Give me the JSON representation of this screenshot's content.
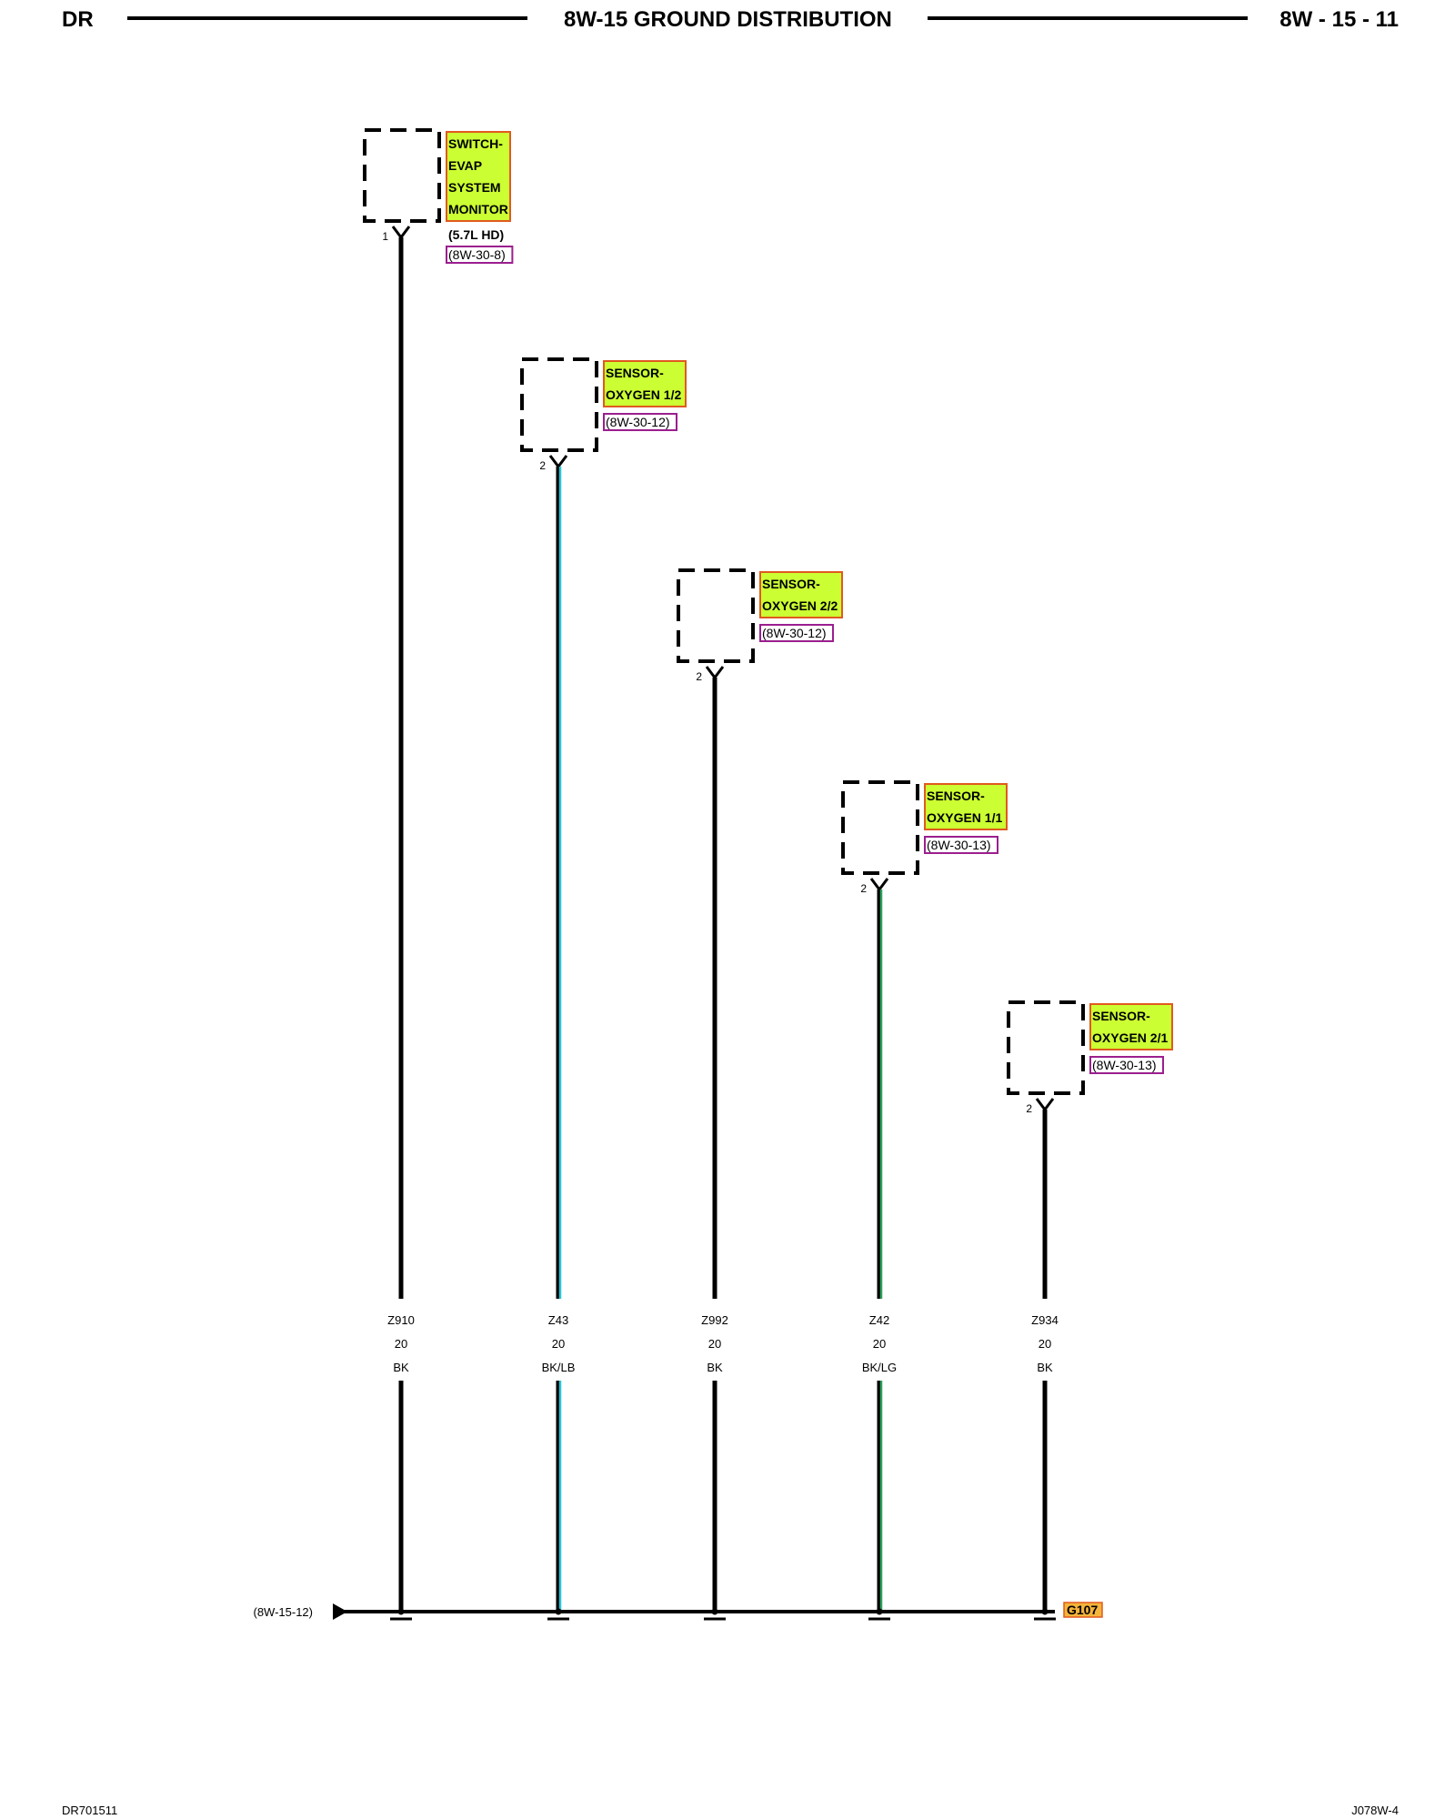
{
  "header": {
    "left": "DR",
    "title": "8W-15 GROUND DISTRIBUTION",
    "right": "8W - 15 - 11"
  },
  "footer": {
    "left": "DR701511",
    "right": "J078W-4"
  },
  "colors": {
    "label_fill": "#ccff33",
    "label_border": "#e05a1e",
    "ref_border": "#9b1f8f",
    "wire_black": "#000000",
    "wire_light_blue": "#22c6d6",
    "wire_light_green": "#2aa05a",
    "ground_fill": "#f5b43a"
  },
  "components": [
    {
      "name_lines": [
        "SWITCH-",
        "EVAP",
        "SYSTEM",
        "MONITOR"
      ],
      "note": "(5.7L HD)",
      "ref": "(8W-30-8)",
      "pin": "1",
      "circuit": "Z910",
      "gauge": "20",
      "color_code": "BK",
      "wire_tracer": "none"
    },
    {
      "name_lines": [
        "SENSOR-",
        "OXYGEN 1/2"
      ],
      "note": "",
      "ref": "(8W-30-12)",
      "pin": "2",
      "circuit": "Z43",
      "gauge": "20",
      "color_code": "BK/LB",
      "wire_tracer": "light-blue"
    },
    {
      "name_lines": [
        "SENSOR-",
        "OXYGEN 2/2"
      ],
      "note": "",
      "ref": "(8W-30-12)",
      "pin": "2",
      "circuit": "Z992",
      "gauge": "20",
      "color_code": "BK",
      "wire_tracer": "none"
    },
    {
      "name_lines": [
        "SENSOR-",
        "OXYGEN 1/1"
      ],
      "note": "",
      "ref": "(8W-30-13)",
      "pin": "2",
      "circuit": "Z42",
      "gauge": "20",
      "color_code": "BK/LG",
      "wire_tracer": "light-green"
    },
    {
      "name_lines": [
        "SENSOR-",
        "OXYGEN 2/1"
      ],
      "note": "",
      "ref": "(8W-30-13)",
      "pin": "2",
      "circuit": "Z934",
      "gauge": "20",
      "color_code": "BK",
      "wire_tracer": "none"
    }
  ],
  "ground_bus": {
    "continues_to": "(8W-15-12)",
    "ground_label": "G107"
  }
}
